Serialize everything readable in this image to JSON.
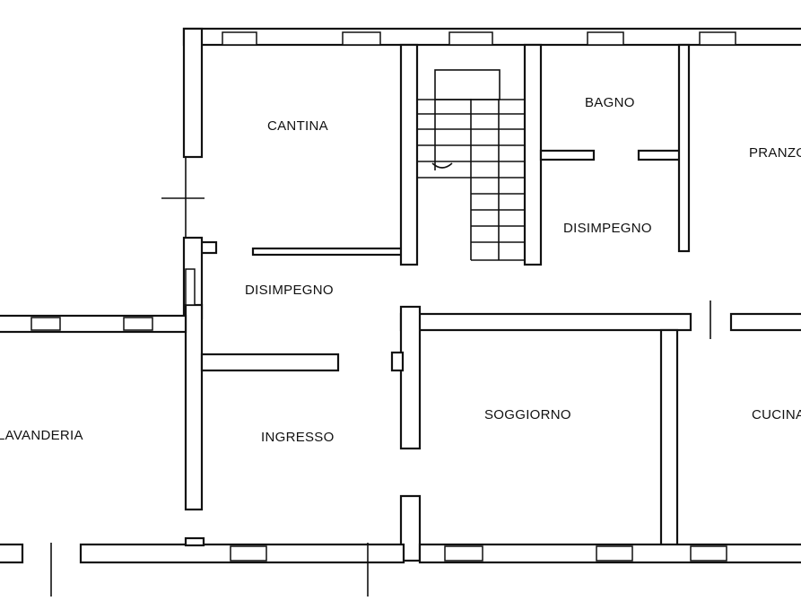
{
  "rooms": {
    "cantina": "CANTINA",
    "bagno": "BAGNO",
    "pranzo": "PRANZO",
    "disimpegno_upper": "DISIMPEGNO",
    "disimpegno_left": "DISIMPEGNO",
    "lavanderia": "LAVANDERIA",
    "ingresso": "INGRESSO",
    "soggiorno": "SOGGIORNO",
    "cucina": "CUCINA"
  },
  "colors": {
    "line": "#111111",
    "background": "#ffffff"
  }
}
